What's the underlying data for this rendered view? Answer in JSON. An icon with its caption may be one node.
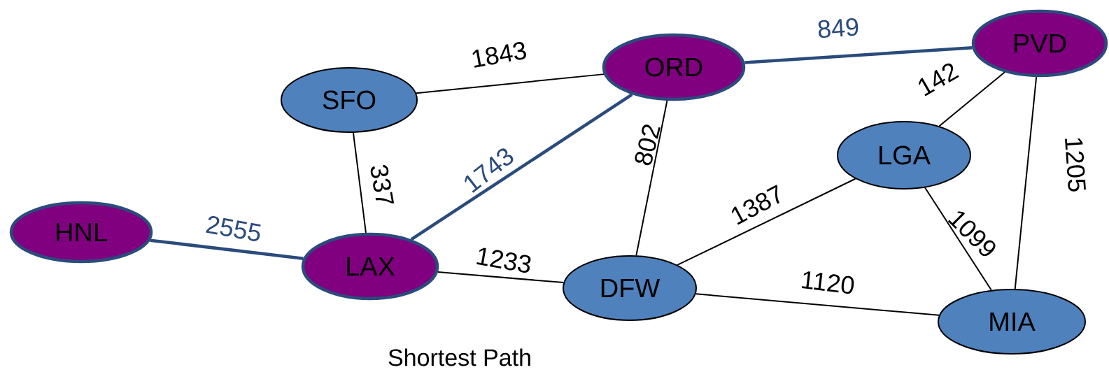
{
  "diagram": {
    "caption": "Shortest Path",
    "nodes": [
      {
        "text": [
          "SFO"
        ]
      },
      {
        "text": [
          "ORD"
        ]
      },
      {
        "text": [
          "PVD"
        ]
      },
      {
        "text": [
          "LGA"
        ]
      },
      {
        "text": [
          "HNL"
        ]
      },
      {
        "text": [
          "LAX"
        ]
      },
      {
        "text": [
          "DFW"
        ]
      },
      {
        "text": [
          "MIA"
        ]
      }
    ],
    "edges": [
      {
        "from": 0,
        "to": 1,
        "arrow": "none",
        "label": "1843"
      },
      {
        "from": 1,
        "to": 2,
        "arrow": "none",
        "label": "849",
        "style": "thick",
        "color": "#2a4b7c"
      },
      {
        "from": 3,
        "to": 2,
        "arrow": "none",
        "label": "142"
      },
      {
        "from": 2,
        "to": 7,
        "arrow": "none",
        "label": "1205"
      },
      {
        "from": 0,
        "to": 5,
        "arrow": "none",
        "label": "337"
      },
      {
        "from": 5,
        "to": 1,
        "arrow": "none",
        "label": "1743",
        "style": "thick",
        "color": "#2a4b7c"
      },
      {
        "from": 1,
        "to": 6,
        "arrow": "none",
        "label": "802"
      },
      {
        "from": 4,
        "to": 5,
        "arrow": "none",
        "label": "2555",
        "style": "thick",
        "color": "#2a4b7c"
      },
      {
        "from": 5,
        "to": 6,
        "arrow": "none",
        "label": "1233"
      },
      {
        "from": 6,
        "to": 3,
        "arrow": "none",
        "label": "1387"
      },
      {
        "from": 3,
        "to": 7,
        "arrow": "none",
        "label": "1099"
      },
      {
        "from": 6,
        "to": 7,
        "arrow": "none",
        "label": "1120"
      }
    ]
  }
}
